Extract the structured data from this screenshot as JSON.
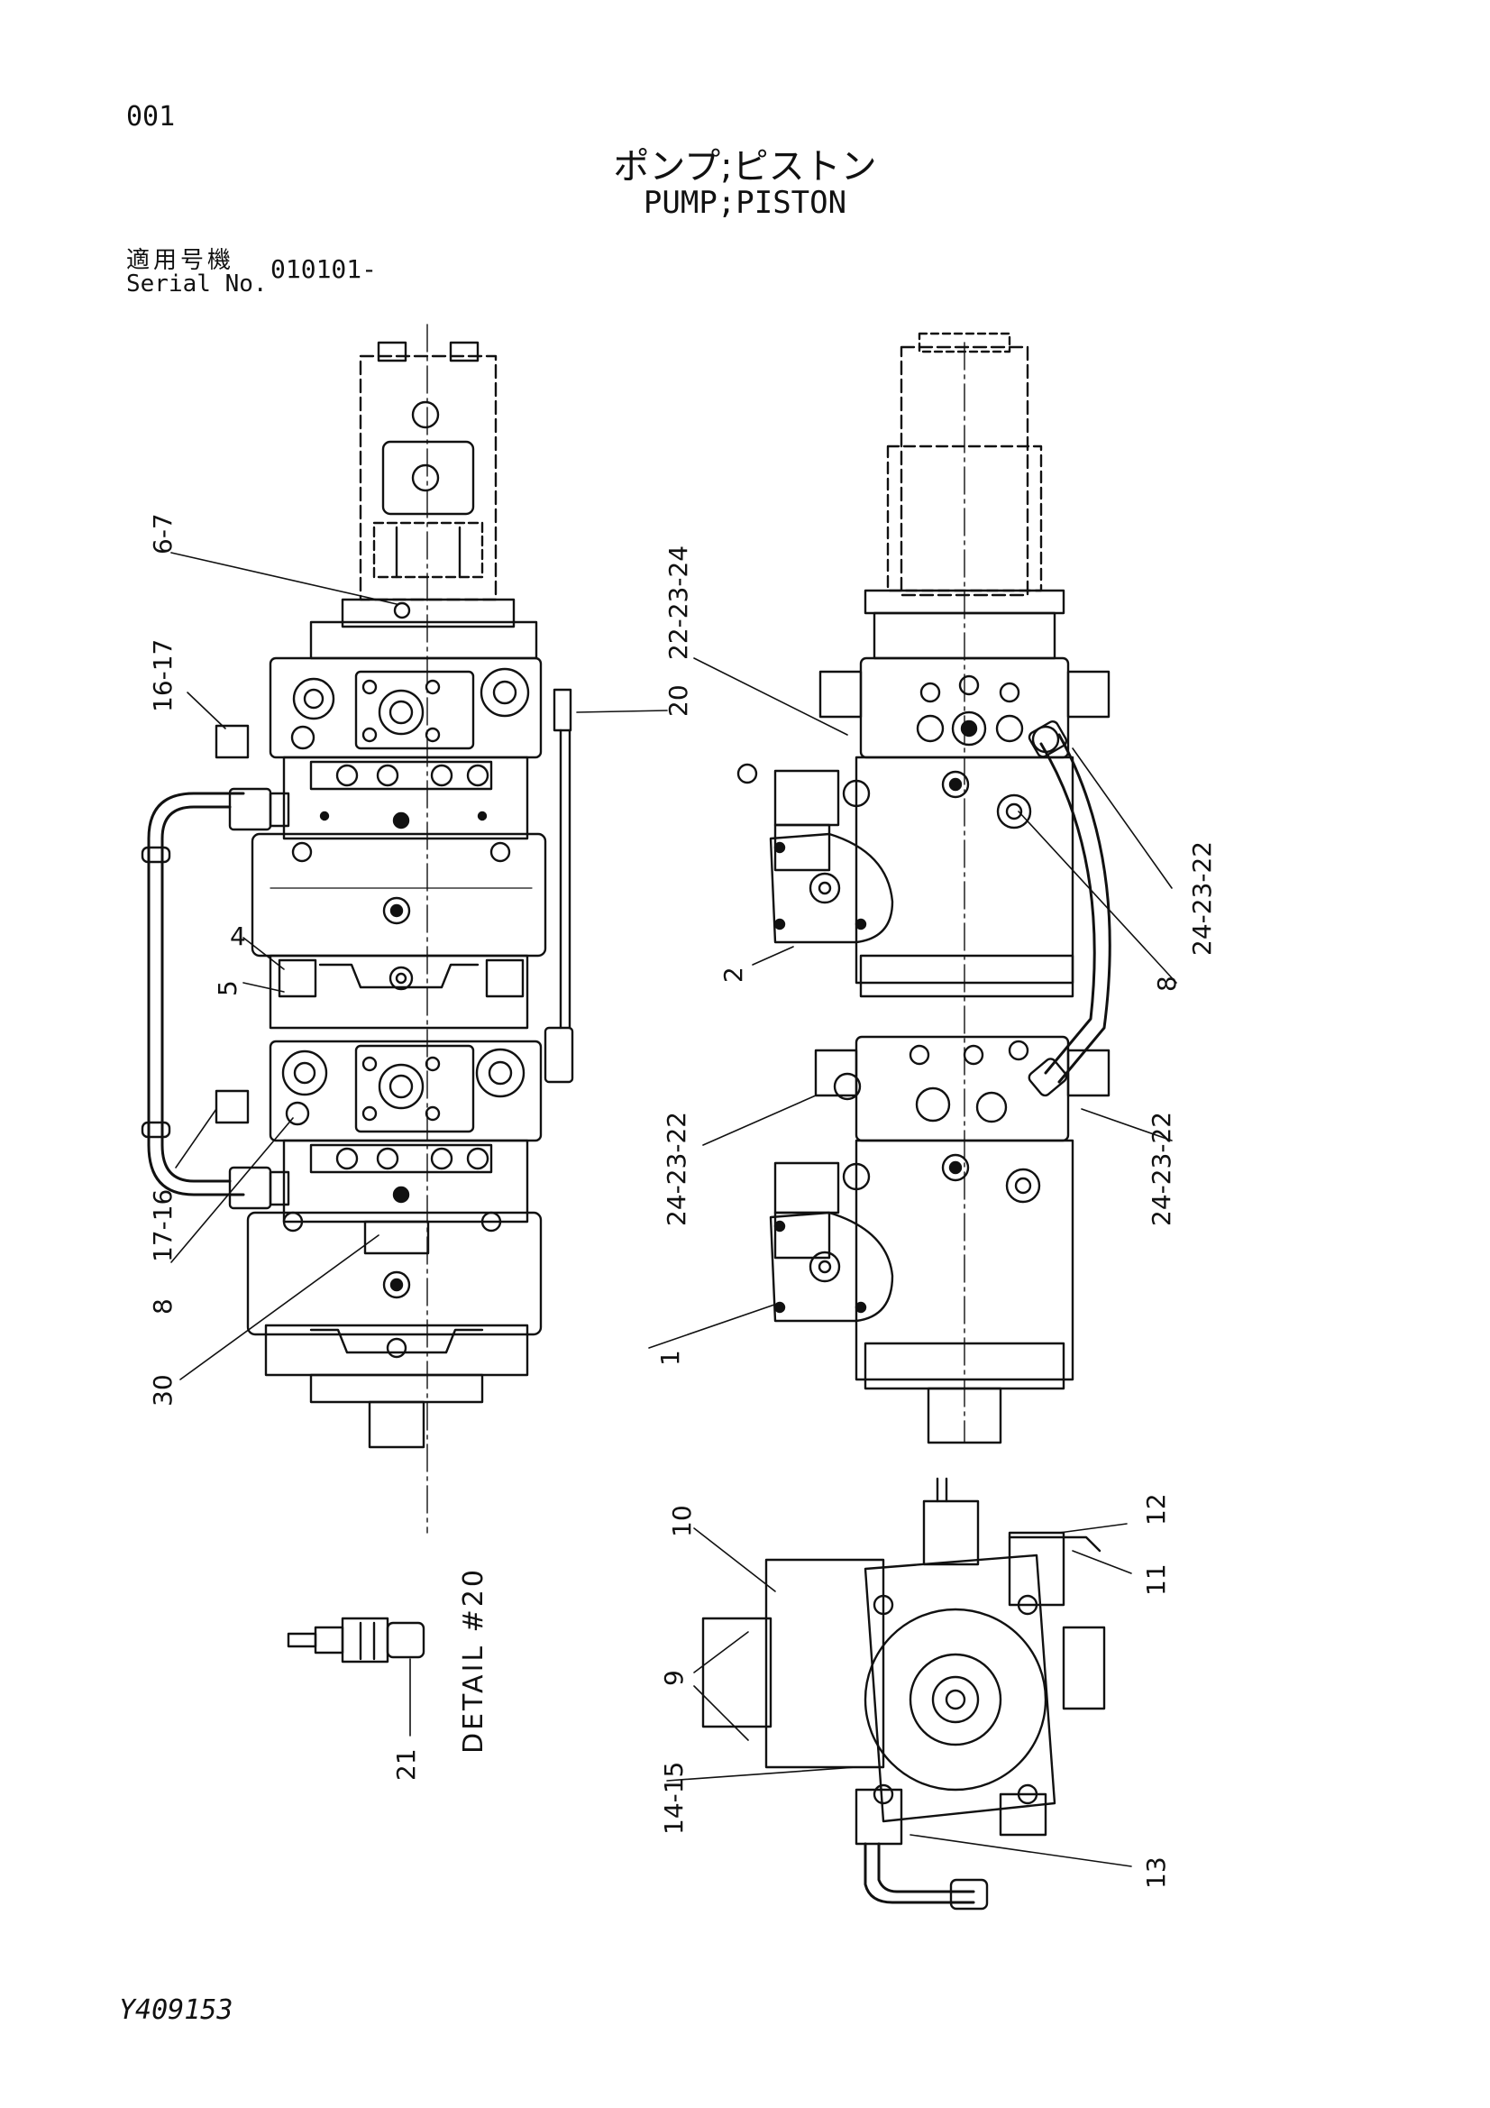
{
  "header": {
    "page_number": "001",
    "title_jp": "ポンプ;ピストン",
    "title_en": "PUMP;PISTON",
    "serial_label_jp": "適用号機",
    "serial_label_en": "Serial No.",
    "serial_value": "010101-"
  },
  "footer": {
    "drawing_number": "Y409153"
  },
  "callouts": {
    "c_6_7": "6-7",
    "c_16_17": "16-17",
    "c_4": "4",
    "c_5": "5",
    "c_17_16": "17-16",
    "c_8_left": "8",
    "c_30": "30",
    "c_22_23_24": "22-23-24",
    "c_20": "20",
    "c_2": "2",
    "c_24_23_22_a": "24-23-22",
    "c_8_right": "8",
    "c_24_23_22_b": "24-23-22",
    "c_24_23_22_c": "24-23-22",
    "c_1": "1",
    "c_10": "10",
    "c_9": "9",
    "c_14_15": "14-15",
    "c_12": "12",
    "c_11": "11",
    "c_13": "13",
    "c_21": "21"
  },
  "detail_label": "DETAIL #20",
  "colors": {
    "ink": "#111111",
    "paper": "#ffffff"
  }
}
